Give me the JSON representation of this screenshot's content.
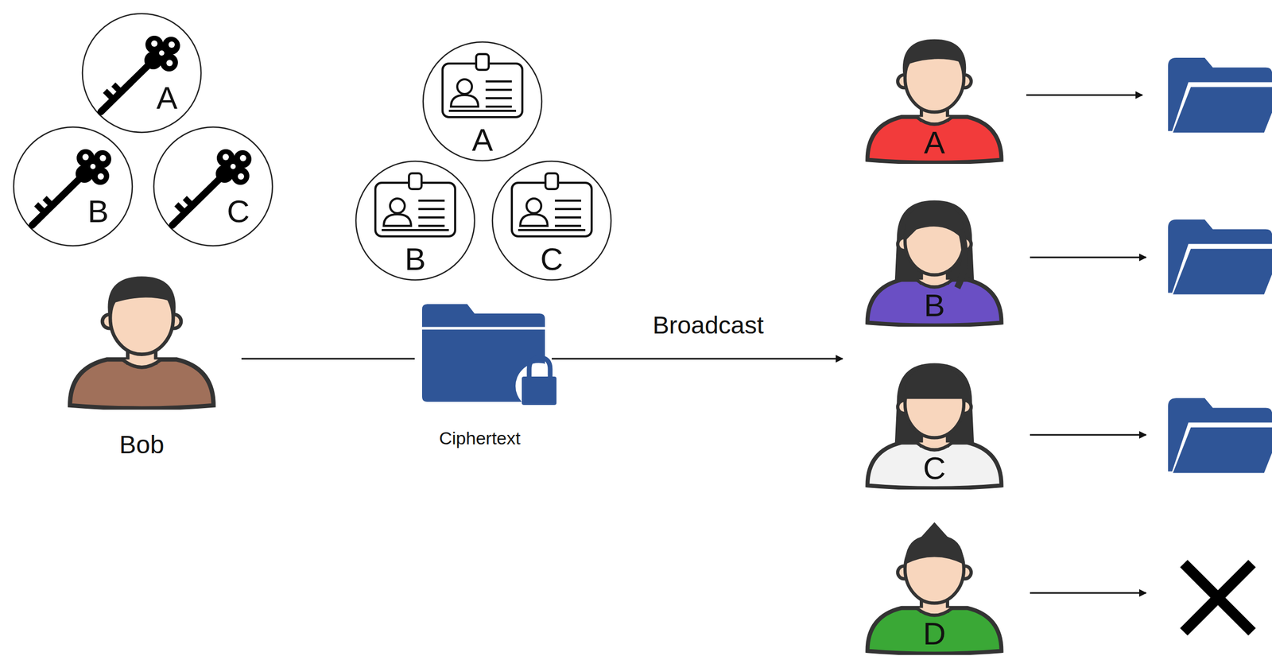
{
  "diagram": {
    "nodes": [
      {
        "text": [
          "A"
        ]
      },
      {
        "text": [
          "B"
        ]
      },
      {
        "text": [
          "C"
        ]
      },
      {
        "text": [
          "A"
        ]
      },
      {
        "text": [
          "B"
        ]
      },
      {
        "text": [
          "C"
        ]
      },
      {
        "text": [
          "Bob"
        ]
      },
      {
        "text": [
          "Ciphertext"
        ]
      },
      {
        "text": [
          "A"
        ]
      },
      {
        "text": [
          "B"
        ]
      },
      {
        "text": [
          "C"
        ]
      },
      {
        "text": [
          "D"
        ]
      }
    ],
    "edges": [
      {
        "from": 6,
        "to": 7,
        "arrow": "none"
      }
    ],
    "labels": [
      "Broadcast"
    ]
  }
}
